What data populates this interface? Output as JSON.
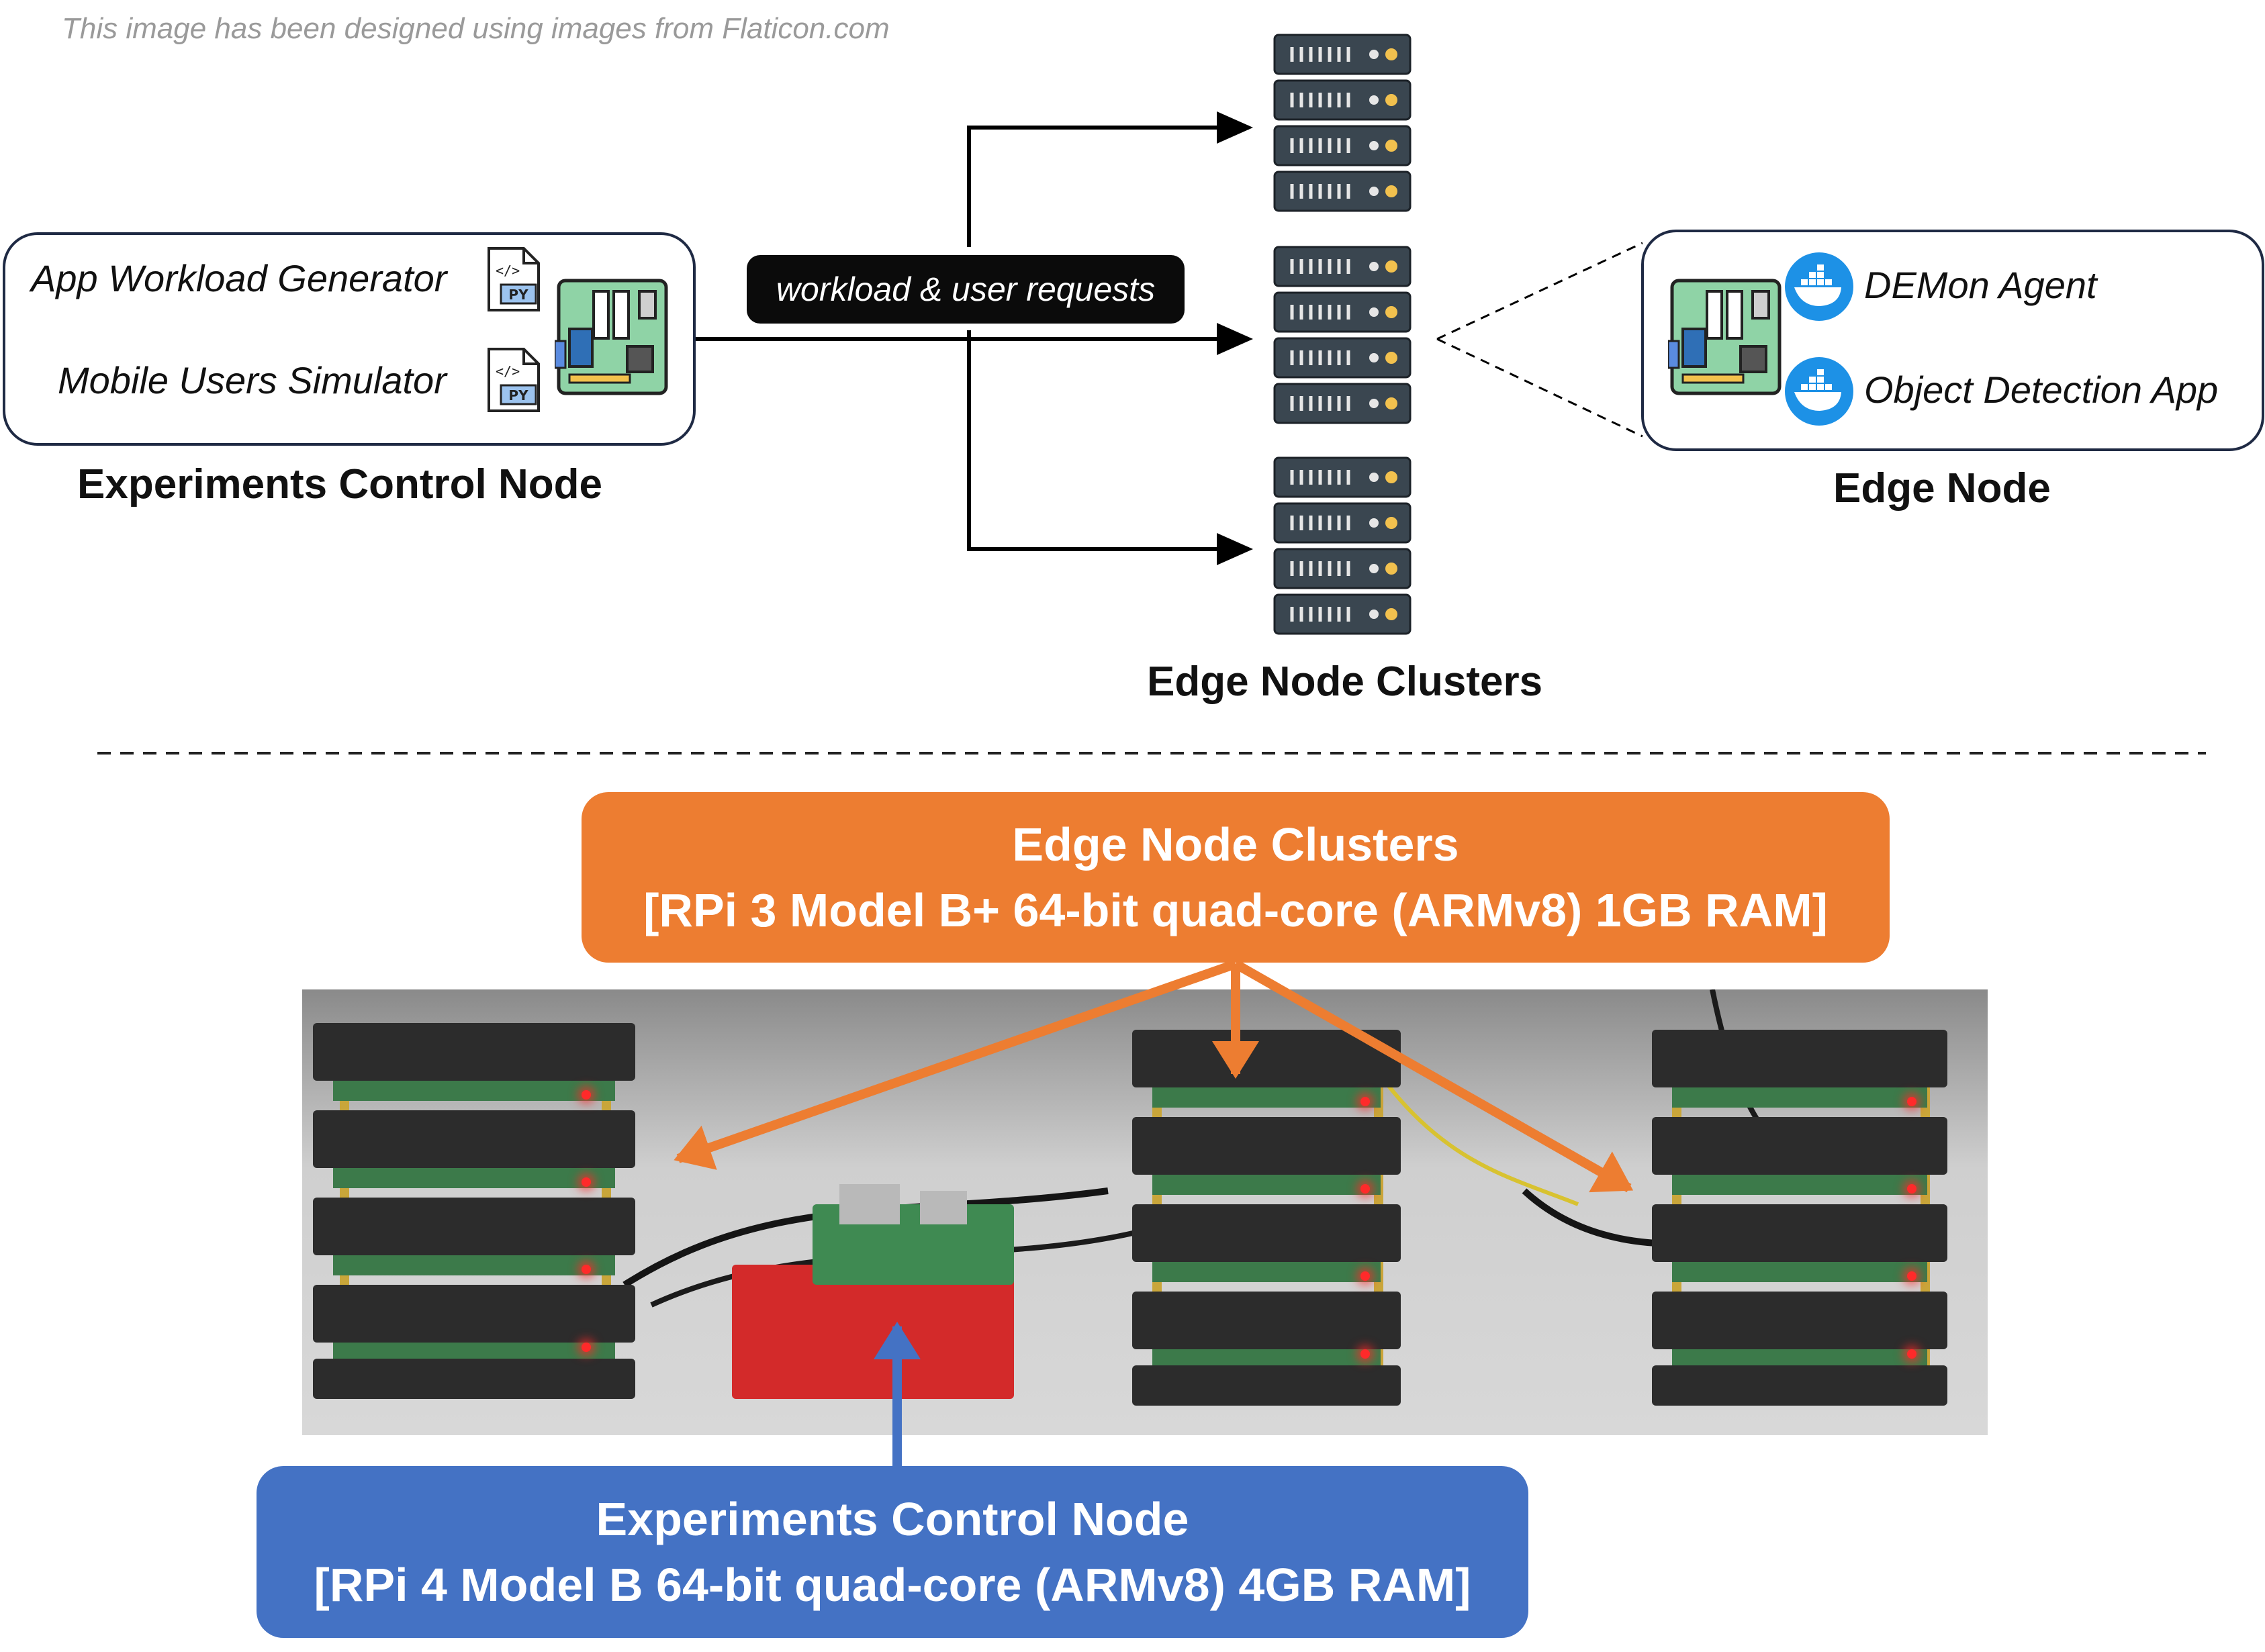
{
  "credit": "This image has been designed using images from Flaticon.com",
  "control_node": {
    "items": [
      "App Workload Generator",
      "Mobile Users Simulator"
    ],
    "file_badge": "PY",
    "title": "Experiments Control Node"
  },
  "edge_node": {
    "items": [
      "DEMon Agent",
      "Object Detection App"
    ],
    "title": "Edge Node"
  },
  "link_label": "workload & user requests",
  "clusters_title": "Edge Node Clusters",
  "callout_clusters": {
    "title": "Edge Node Clusters",
    "spec": "[RPi 3 Model B+ 64-bit quad-core (ARMv8) 1GB RAM]"
  },
  "callout_control": {
    "title": "Experiments Control Node",
    "spec": "[RPi 4 Model B 64-bit quad-core (ARMv8) 4GB RAM]"
  },
  "colors": {
    "orange": "#ed7d31",
    "blue": "#4472c4",
    "docker": "#1d91e6",
    "server": "#3a4650"
  },
  "icons": [
    "python-file-icon",
    "motherboard-icon",
    "server-rack-icon",
    "docker-icon"
  ]
}
